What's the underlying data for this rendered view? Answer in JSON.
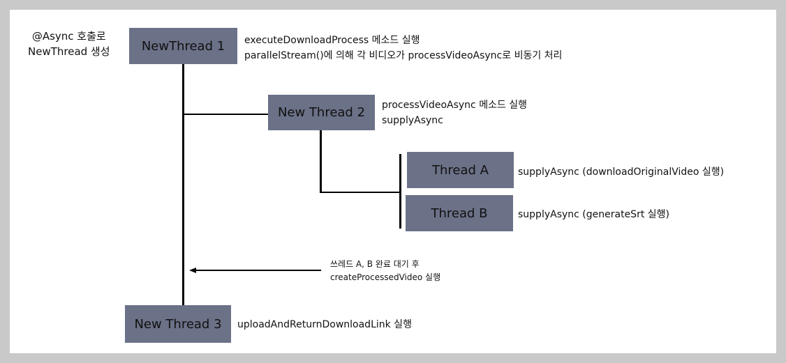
{
  "nodes": {
    "new_thread_1": "NewThread 1",
    "new_thread_2": "New Thread 2",
    "new_thread_3": "New Thread 3",
    "thread_a": "Thread A",
    "thread_b": "Thread B"
  },
  "labels": {
    "async_call": [
      "@Async 호출로",
      "NewThread 생성"
    ],
    "new_thread_1_desc": [
      "executeDownloadProcess 메소드 실행",
      "parallelStream()에 의해 각 비디오가 processVideoAsync로 비동기 처리"
    ],
    "new_thread_2_desc": [
      "processVideoAsync 메소드 실행",
      "supplyAsync"
    ],
    "thread_a_desc": "supplyAsync (downloadOriginalVideo 실행)",
    "thread_b_desc": "supplyAsync (generateSrt 실행)",
    "join_desc": [
      "쓰레드 A, B 완료 대기 후",
      "createProcessedVideo 실행"
    ],
    "new_thread_3_desc": "uploadAndReturnDownloadLink 실행"
  },
  "colors": {
    "box_fill": "#6b7187",
    "background": "#c9c9c9",
    "canvas": "#ffffff"
  }
}
